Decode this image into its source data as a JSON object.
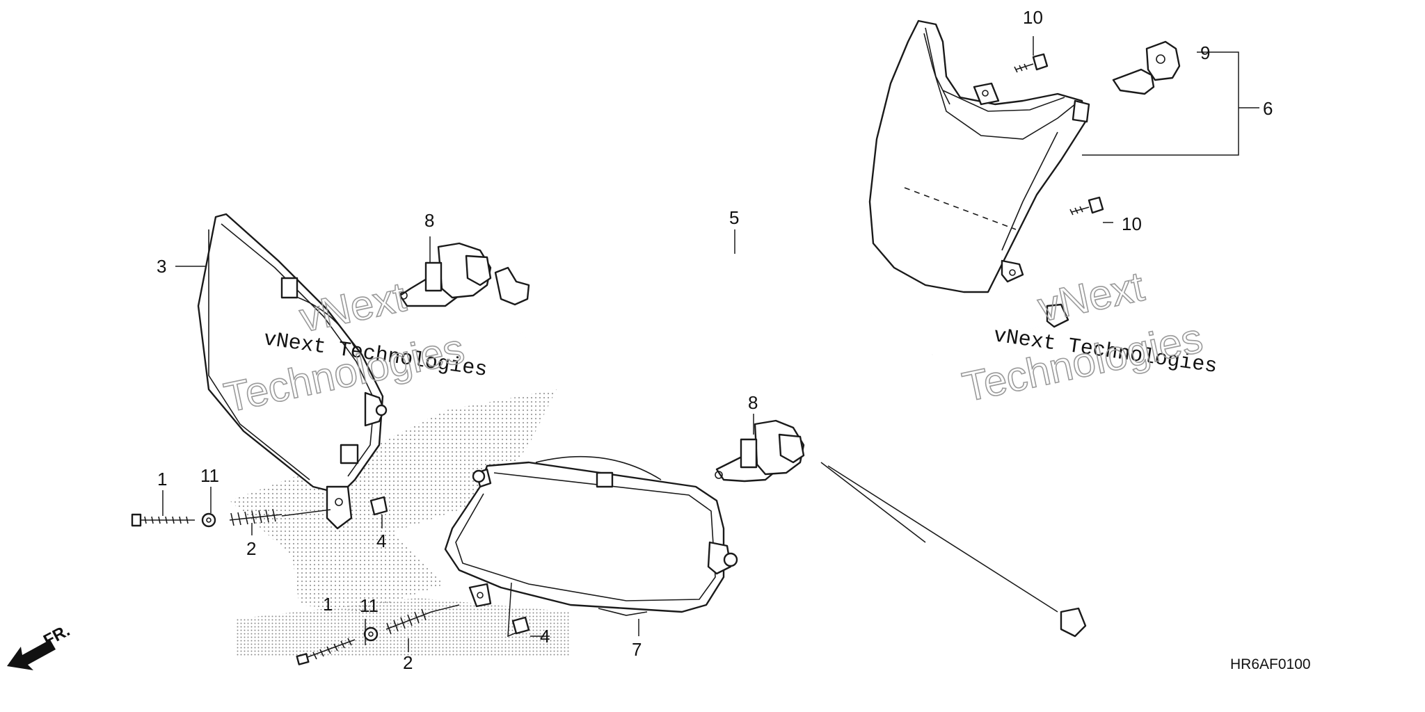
{
  "callouts": {
    "c1a": "1",
    "c1b": "1",
    "c2a": "2",
    "c2b": "2",
    "c3": "3",
    "c4a": "4",
    "c4b": "4",
    "c5": "5",
    "c6": "6",
    "c7": "7",
    "c8a": "8",
    "c8b": "8",
    "c9": "9",
    "c10a": "10",
    "c10b": "10",
    "c11a": "11",
    "c11b": "11"
  },
  "watermark": {
    "mono_text": "vNext Technologies",
    "outline_line1": "vNext",
    "outline_line2": "Technologies"
  },
  "direction_label": "FR.",
  "diagram_code": "HR6AF0100",
  "colors": {
    "ink": "#1a1a1a",
    "watermark_outline": "#9a9a9a",
    "stipple": "#9c9c9c"
  },
  "icons": [
    "front-direction-arrow-icon"
  ]
}
